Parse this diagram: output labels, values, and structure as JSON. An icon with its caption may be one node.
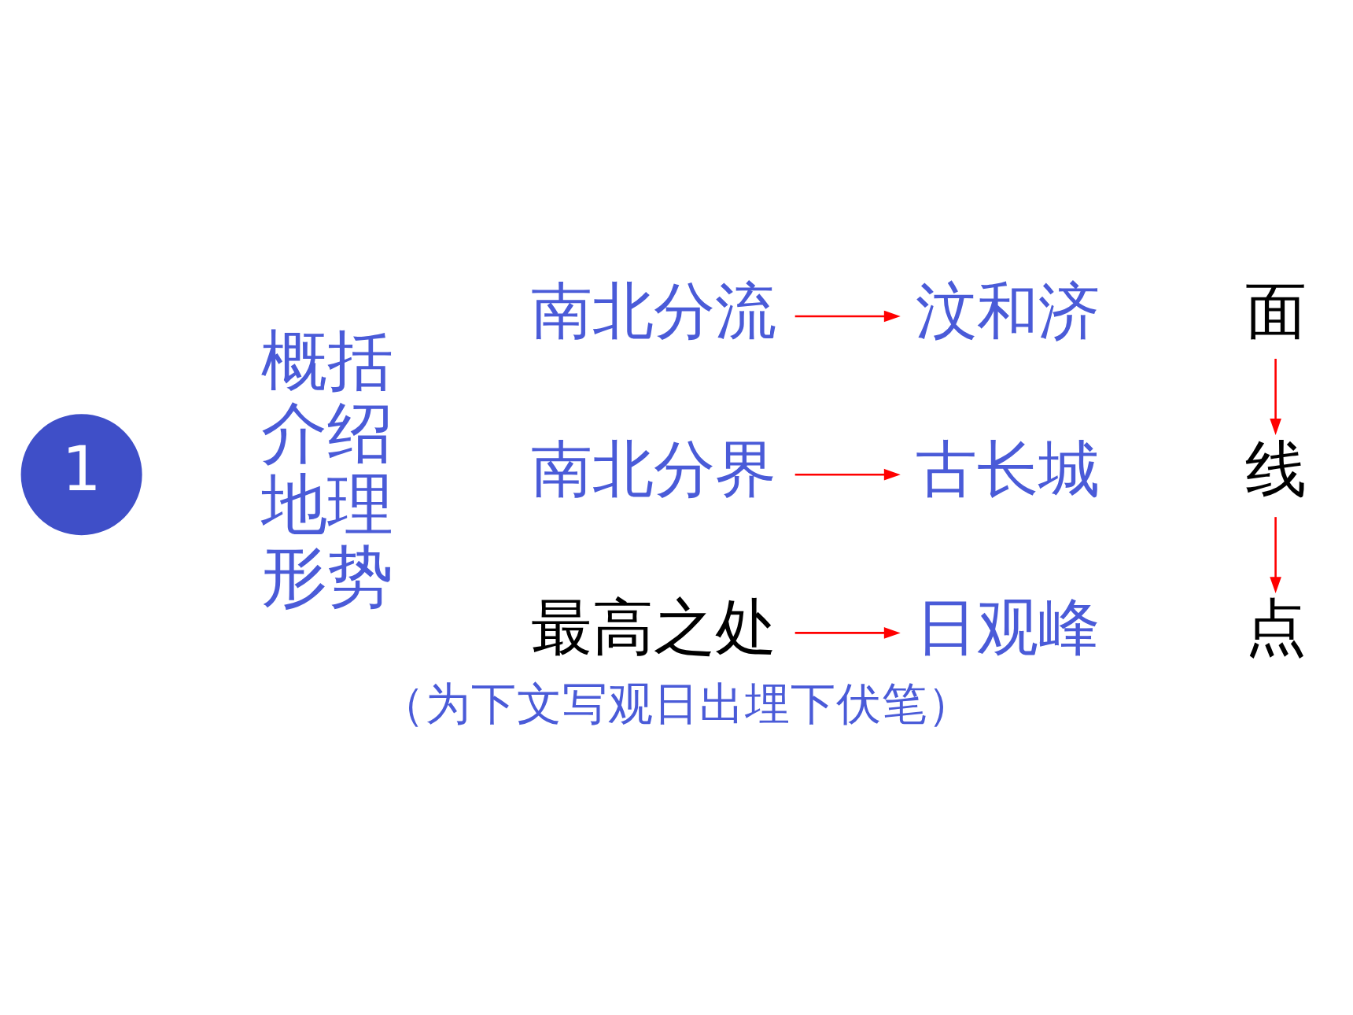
{
  "diagram": {
    "caption": "（为下文写观日出埋下伏笔）",
    "nodes": [
      {
        "text": [
          "1"
        ]
      },
      {
        "text": [
          "南北分流"
        ]
      },
      {
        "text": [
          "汶和济"
        ]
      },
      {
        "text": [
          "面"
        ]
      },
      {
        "text": [
          "南北分界"
        ]
      },
      {
        "text": [
          "古长城"
        ]
      },
      {
        "text": [
          "线"
        ]
      },
      {
        "text": [
          "最高之处"
        ]
      },
      {
        "text": [
          "日观峰"
        ]
      },
      {
        "text": [
          "点"
        ]
      }
    ],
    "edges": [
      {
        "from": 1,
        "to": 2,
        "arrow": "to"
      },
      {
        "from": 4,
        "to": 5,
        "arrow": "to"
      },
      {
        "from": 7,
        "to": 8,
        "arrow": "to"
      },
      {
        "from": 3,
        "to": 6,
        "arrow": "to"
      },
      {
        "from": 6,
        "to": 9,
        "arrow": "to"
      }
    ],
    "labels": [
      "概括介绍地理形势"
    ]
  }
}
